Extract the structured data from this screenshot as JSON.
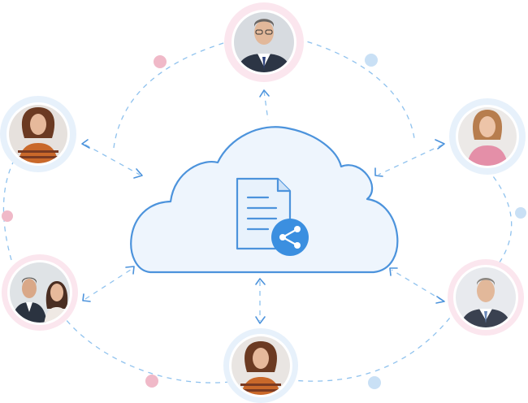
{
  "diagram": {
    "center": {
      "icon": "cloud-document-share-icon"
    },
    "people": [
      {
        "name": "top",
        "ring": "pink"
      },
      {
        "name": "upper-left",
        "ring": "blue"
      },
      {
        "name": "upper-right",
        "ring": "blue"
      },
      {
        "name": "lower-left",
        "ring": "pink"
      },
      {
        "name": "lower-right",
        "ring": "pink"
      },
      {
        "name": "bottom",
        "ring": "blue"
      }
    ],
    "colors": {
      "line": "#8fc2ee",
      "arrow": "#4c93dc",
      "cloud_fill": "#eef5fd",
      "cloud_stroke": "#4c93dc",
      "doc_fill": "#e8f2fc",
      "share_fill": "#3b8fe0",
      "ring_pink": "#fbe6ee",
      "ring_blue": "#e7f1fb",
      "dot_pink": "#f0b9c8",
      "dot_blue": "#c9e0f5"
    }
  }
}
